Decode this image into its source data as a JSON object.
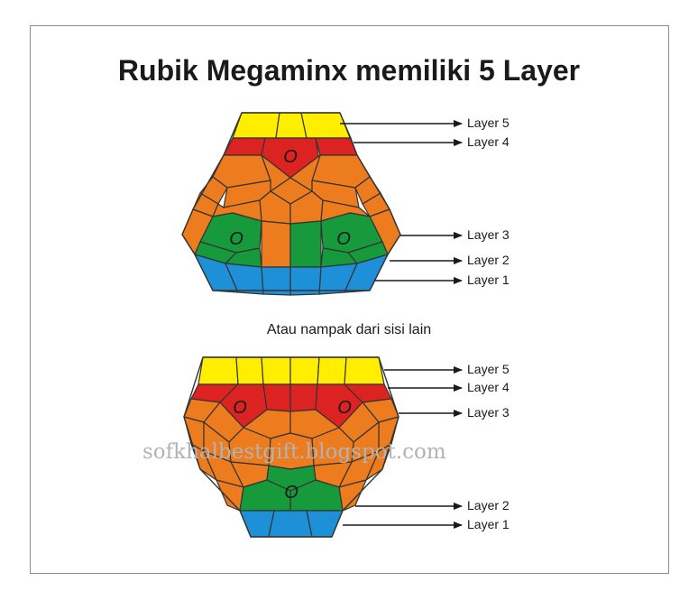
{
  "title": "Rubik Megaminx memiliki 5 Layer",
  "caption": "Atau nampak dari sisi lain",
  "watermark": "sofkhalbestgift.blogspot.com",
  "colors": {
    "yellow": "#ffee00",
    "red": "#dd2222",
    "orange": "#ec7c1e",
    "green": "#169a3c",
    "blue": "#1e90d8",
    "outline": "#333333"
  },
  "face_marks": [
    "O",
    "O",
    "O",
    "O",
    "O",
    "O"
  ],
  "view1_labels": [
    "Layer 5",
    "Layer 4",
    "Layer 3",
    "Layer 2",
    "Layer 1"
  ],
  "view2_labels": [
    "Layer 5",
    "Layer 4",
    "Layer 3",
    "Layer 2",
    "Layer 1"
  ]
}
